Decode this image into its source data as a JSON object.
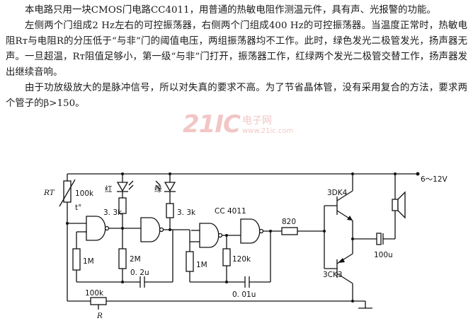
{
  "article": {
    "paragraphs": [
      "本电路只用一块CMOS门电路CC4011，用普通的热敏电阻作测温元件，具有声、光报警的功能。",
      "左侧两个门组成2 Hz左右的可控振荡器，右侧两个门组成400 Hz的可控振荡器。当温度正常时，热敏电阻Rт与电阻R的分压低于“与非”门的阈值电压，两组振荡器均不工作。此时，绿色发光二极管发光，扬声器无声。一旦超温，Rт阻值足够小，第一级“与非”门打开，振荡器工作，红绿两个发光二极管交替工作，扬声器发出继续音响。",
      "由于功放级放大的是脉冲信号，所以对失真的要求不高。为了节省晶体管，没有采用复合的方法，要求两个管子的β>150。"
    ]
  },
  "watermark": {
    "logo": "21IC",
    "cn": "电子网",
    "url": "www.21ic.com"
  },
  "circuit": {
    "labels": {
      "thermistor": "RT",
      "thermistor_value": "100k",
      "thermistor_t": "t°",
      "led_red": "红",
      "led_green": "绿",
      "r_red": "3. 3k",
      "r_green": "3. 3k",
      "ic": "CC 4011",
      "r_1m_a": "1M",
      "r_2m": "2M",
      "c_02": "0. 2u",
      "r_1m_b": "1M",
      "r_120k": "120k",
      "c_001": "0. 01u",
      "r_820": "820",
      "q_top": "3DK4",
      "q_bot": "3CK3",
      "supply": "6～12V",
      "c_100": "100u",
      "r_pot_value": "100k",
      "r_pot_name": "R"
    }
  }
}
